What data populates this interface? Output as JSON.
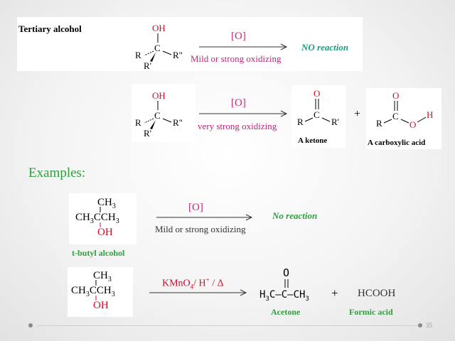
{
  "slide": {
    "page_number": "35",
    "colors": {
      "magenta": "#c0267a",
      "red": "#c8102e",
      "teal": "#1a9e7e",
      "green": "#2f9e3f",
      "blue": "#1a7fc2"
    }
  },
  "reaction1": {
    "title": "Tertiary alcohol",
    "oh": "OH",
    "c": "C",
    "r_left": "R",
    "r_bottom": "R'",
    "r_right": "R\"",
    "reagent": "[O]",
    "condition": "Mild or strong oxidizing",
    "result": "NO reaction"
  },
  "reaction2": {
    "oh": "OH",
    "c": "C",
    "r_left": "R",
    "r_bottom": "R'",
    "r_right": "R\"",
    "reagent": "[O]",
    "condition": "very strong oxidizing",
    "ketone": {
      "o": "O",
      "c": "C",
      "r": "R",
      "r2": "R'",
      "label": "A ketone"
    },
    "plus": "+",
    "acid": {
      "o": "O",
      "c": "C",
      "o2": "O",
      "h": "H",
      "r": "R",
      "label": "A carboxylic acid"
    }
  },
  "examples_heading": "Examples:",
  "example1": {
    "ch3_top": "CH",
    "ch3_top_sub": "3",
    "mid_a": "CH",
    "mid_a_sub": "3",
    "mid_c": "C",
    "mid_b": "CH",
    "mid_b_sub": "3",
    "oh": "OH",
    "reagent": "[O]",
    "condition": "Mild or strong oxidizing",
    "result": "No reaction",
    "name": "t-butyl alcohol"
  },
  "example2": {
    "ch3_top": "CH",
    "ch3_top_sub": "3",
    "mid_a": "CH",
    "mid_a_sub": "3",
    "mid_c": "CCH",
    "mid_b_sub": "3",
    "oh": "OH",
    "reagent_a": "KMnO",
    "reagent_sub": "4",
    "reagent_b": "/ H",
    "reagent_sup": "+",
    "reagent_c": " / Δ",
    "product_o": "O",
    "product_h3c": "H",
    "product_h3c_sub": "3",
    "product_mid": "C–C–CH",
    "product_mid_sub": "3",
    "acetone_label": "Acetone",
    "plus": "+",
    "formic": "HCOOH",
    "formic_label": "Formic acid"
  }
}
